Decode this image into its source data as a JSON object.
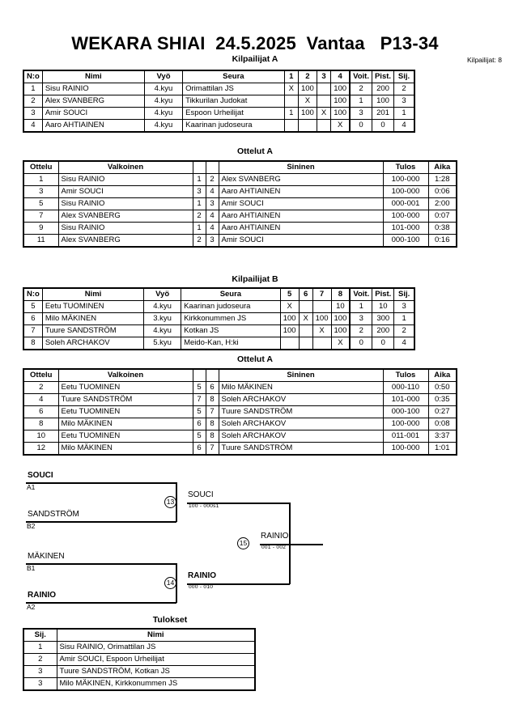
{
  "header": {
    "title": "WEKARA SHIAI  24.5.2025  Vantaa   P13-34",
    "entrants_label": "Kilpailijat: 8"
  },
  "sections": {
    "poolA_title": "Kilpailijat A",
    "poolA_matches_title": "Ottelut A",
    "poolB_title": "Kilpailijat B",
    "poolB_matches_title": "Ottelut A",
    "results_title": "Tulokset"
  },
  "pool_headers": {
    "no": "N:o",
    "name": "Nimi",
    "belt": "Vyö",
    "club": "Seura",
    "wins": "Voit.",
    "points": "Pist.",
    "rank": "Sij."
  },
  "poolA": {
    "opponent_cols": [
      "1",
      "2",
      "3",
      "4"
    ],
    "rows": [
      {
        "no": "1",
        "name": "Sisu RAINIO",
        "belt": "4.kyu",
        "club": "Orimattilan JS",
        "cells": [
          "X",
          "100",
          "",
          "100"
        ],
        "wins": "2",
        "points": "200",
        "rank": "2"
      },
      {
        "no": "2",
        "name": "Alex SVANBERG",
        "belt": "4.kyu",
        "club": "Tikkurilan Judokat",
        "cells": [
          "",
          "X",
          "",
          "100"
        ],
        "wins": "1",
        "points": "100",
        "rank": "3"
      },
      {
        "no": "3",
        "name": "Amir SOUCI",
        "belt": "4.kyu",
        "club": "Espoon Urheilijat",
        "cells": [
          "1",
          "100",
          "X",
          "100"
        ],
        "wins": "3",
        "points": "201",
        "rank": "1"
      },
      {
        "no": "4",
        "name": "Aaro AHTIAINEN",
        "belt": "4.kyu",
        "club": "Kaarinan judoseura",
        "cells": [
          "",
          "",
          "",
          "X"
        ],
        "wins": "0",
        "points": "0",
        "rank": "4"
      }
    ]
  },
  "poolB": {
    "opponent_cols": [
      "5",
      "6",
      "7",
      "8"
    ],
    "rows": [
      {
        "no": "5",
        "name": "Eetu TUOMINEN",
        "belt": "4.kyu",
        "club": "Kaarinan judoseura",
        "cells": [
          "X",
          "",
          "",
          "10"
        ],
        "wins": "1",
        "points": "10",
        "rank": "3"
      },
      {
        "no": "6",
        "name": "Milo MÄKINEN",
        "belt": "3.kyu",
        "club": "Kirkkonummen JS",
        "cells": [
          "100",
          "X",
          "100",
          "100"
        ],
        "wins": "3",
        "points": "300",
        "rank": "1"
      },
      {
        "no": "7",
        "name": "Tuure SANDSTRÖM",
        "belt": "4.kyu",
        "club": "Kotkan JS",
        "cells": [
          "100",
          "",
          "X",
          "100"
        ],
        "wins": "2",
        "points": "200",
        "rank": "2"
      },
      {
        "no": "8",
        "name": "Soleh ARCHAKOV",
        "belt": "5.kyu",
        "club": "Meido-Kan, H:ki",
        "cells": [
          "",
          "",
          "",
          "X"
        ],
        "wins": "0",
        "points": "0",
        "rank": "4"
      }
    ]
  },
  "match_headers": {
    "match": "Ottelu",
    "white": "Valkoinen",
    "blue": "Sininen",
    "result": "Tulos",
    "time": "Aika"
  },
  "matchesA": [
    {
      "no": "1",
      "white": "Sisu RAINIO",
      "white_bold": true,
      "wn": "1",
      "bn": "2",
      "blue": "Alex SVANBERG",
      "blue_bold": false,
      "result": "100-000",
      "time": "1:28"
    },
    {
      "no": "3",
      "white": "Amir SOUCI",
      "white_bold": true,
      "wn": "3",
      "bn": "4",
      "blue": "Aaro AHTIAINEN",
      "blue_bold": false,
      "result": "100-000",
      "time": "0:06"
    },
    {
      "no": "5",
      "white": "Sisu RAINIO",
      "white_bold": false,
      "wn": "1",
      "bn": "3",
      "blue": "Amir SOUCI",
      "blue_bold": true,
      "result": "000-001",
      "time": "2:00"
    },
    {
      "no": "7",
      "white": "Alex SVANBERG",
      "white_bold": true,
      "wn": "2",
      "bn": "4",
      "blue": "Aaro AHTIAINEN",
      "blue_bold": false,
      "result": "100-000",
      "time": "0:07"
    },
    {
      "no": "9",
      "white": "Sisu RAINIO",
      "white_bold": true,
      "wn": "1",
      "bn": "4",
      "blue": "Aaro AHTIAINEN",
      "blue_bold": false,
      "result": "101-000",
      "time": "0:38"
    },
    {
      "no": "11",
      "white": "Alex SVANBERG",
      "white_bold": false,
      "wn": "2",
      "bn": "3",
      "blue": "Amir SOUCI",
      "blue_bold": true,
      "result": "000-100",
      "time": "0:16"
    }
  ],
  "matchesB": [
    {
      "no": "2",
      "white": "Eetu TUOMINEN",
      "white_bold": false,
      "wn": "5",
      "bn": "6",
      "blue": "Milo MÄKINEN",
      "blue_bold": true,
      "result": "000-110",
      "time": "0:50"
    },
    {
      "no": "4",
      "white": "Tuure SANDSTRÖM",
      "white_bold": true,
      "wn": "7",
      "bn": "8",
      "blue": "Soleh ARCHAKOV",
      "blue_bold": false,
      "result": "101-000",
      "time": "0:35"
    },
    {
      "no": "6",
      "white": "Eetu TUOMINEN",
      "white_bold": false,
      "wn": "5",
      "bn": "7",
      "blue": "Tuure SANDSTRÖM",
      "blue_bold": true,
      "result": "000-100",
      "time": "0:27"
    },
    {
      "no": "8",
      "white": "Milo MÄKINEN",
      "white_bold": true,
      "wn": "6",
      "bn": "8",
      "blue": "Soleh ARCHAKOV",
      "blue_bold": false,
      "result": "100-000",
      "time": "0:08"
    },
    {
      "no": "10",
      "white": "Eetu TUOMINEN",
      "white_bold": true,
      "wn": "5",
      "bn": "8",
      "blue": "Soleh ARCHAKOV",
      "blue_bold": false,
      "result": "011-001",
      "time": "3:37"
    },
    {
      "no": "12",
      "white": "Milo MÄKINEN",
      "white_bold": true,
      "wn": "6",
      "bn": "7",
      "blue": "Tuure SANDSTRÖM",
      "blue_bold": false,
      "result": "100-000",
      "time": "1:01"
    }
  ],
  "bracket": {
    "entries": [
      {
        "name": "SOUCI",
        "bold": true,
        "seed": "A1"
      },
      {
        "name": "SANDSTRÖM",
        "bold": false,
        "seed": "B2"
      },
      {
        "name": "MÄKINEN",
        "bold": false,
        "seed": "B1"
      },
      {
        "name": "RAINIO",
        "bold": true,
        "seed": "A2"
      }
    ],
    "nodes": [
      {
        "id": "13",
        "winner": "SOUCI",
        "bold": false,
        "score": "100 - 000s1"
      },
      {
        "id": "14",
        "winner": "RAINIO",
        "bold": true,
        "score": "000 - 010"
      },
      {
        "id": "15",
        "winner": "RAINIO",
        "bold": false,
        "score": "001 - 002"
      }
    ]
  },
  "results_headers": {
    "rank": "Sij.",
    "name": "Nimi"
  },
  "results": [
    {
      "rank": "1",
      "name": "Sisu RAINIO, Orimattilan JS"
    },
    {
      "rank": "2",
      "name": "Amir SOUCI, Espoon Urheilijat"
    },
    {
      "rank": "3",
      "name": "Tuure SANDSTRÖM, Kotkan JS"
    },
    {
      "rank": "3",
      "name": "Milo MÄKINEN, Kirkkonummen JS"
    }
  ]
}
